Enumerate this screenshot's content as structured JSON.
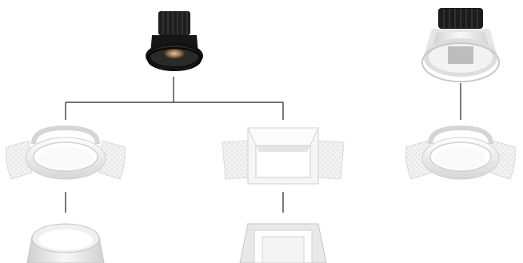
{
  "diagram": {
    "components": [
      {
        "id": "black-downlight-module",
        "kind": "light-engine",
        "finish": "black"
      },
      {
        "id": "white-downlight-module",
        "kind": "light-engine",
        "finish": "white"
      },
      {
        "id": "round-trimless-frame-left",
        "kind": "trimless-mounting-frame",
        "shape": "round"
      },
      {
        "id": "square-trimless-frame",
        "kind": "trimless-mounting-frame",
        "shape": "square"
      },
      {
        "id": "round-trimless-frame-right",
        "kind": "trimless-mounting-frame",
        "shape": "round"
      },
      {
        "id": "round-trim-ring",
        "kind": "trim",
        "shape": "round"
      },
      {
        "id": "square-trim",
        "kind": "trim",
        "shape": "square"
      }
    ],
    "connections": [
      {
        "from": "black-downlight-module",
        "to": "round-trimless-frame-left"
      },
      {
        "from": "black-downlight-module",
        "to": "square-trimless-frame"
      },
      {
        "from": "round-trimless-frame-left",
        "to": "round-trim-ring"
      },
      {
        "from": "square-trimless-frame",
        "to": "square-trim"
      },
      {
        "from": "white-downlight-module",
        "to": "round-trimless-frame-right"
      }
    ],
    "colors": {
      "line": "#222222",
      "plaster": "#eeeeee",
      "white-part": "#f4f4f4",
      "black-part": "#1a1a1a"
    }
  }
}
